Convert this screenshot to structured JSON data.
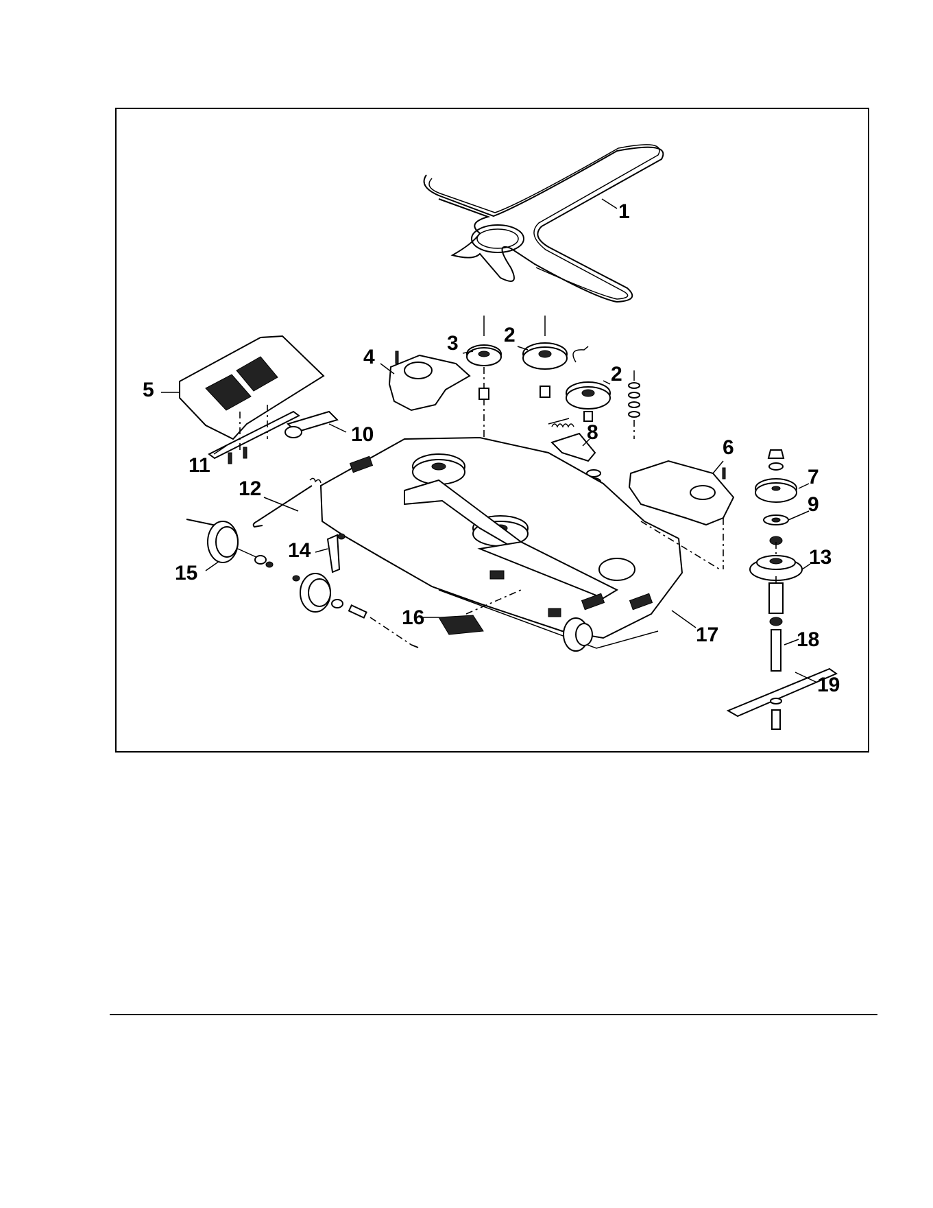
{
  "callouts": [
    {
      "id": "1",
      "label": "1"
    },
    {
      "id": "2a",
      "label": "2"
    },
    {
      "id": "2b",
      "label": "2"
    },
    {
      "id": "3",
      "label": "3"
    },
    {
      "id": "4",
      "label": "4"
    },
    {
      "id": "5",
      "label": "5"
    },
    {
      "id": "6",
      "label": "6"
    },
    {
      "id": "7",
      "label": "7"
    },
    {
      "id": "8",
      "label": "8"
    },
    {
      "id": "9",
      "label": "9"
    },
    {
      "id": "10",
      "label": "10"
    },
    {
      "id": "11",
      "label": "11"
    },
    {
      "id": "12",
      "label": "12"
    },
    {
      "id": "13",
      "label": "13"
    },
    {
      "id": "14",
      "label": "14"
    },
    {
      "id": "15",
      "label": "15"
    },
    {
      "id": "16",
      "label": "16"
    },
    {
      "id": "17",
      "label": "17"
    },
    {
      "id": "18",
      "label": "18"
    },
    {
      "id": "19",
      "label": "19"
    }
  ],
  "colors": {
    "ink": "#000000",
    "paper": "#ffffff",
    "shade": "#bbbbbb"
  }
}
